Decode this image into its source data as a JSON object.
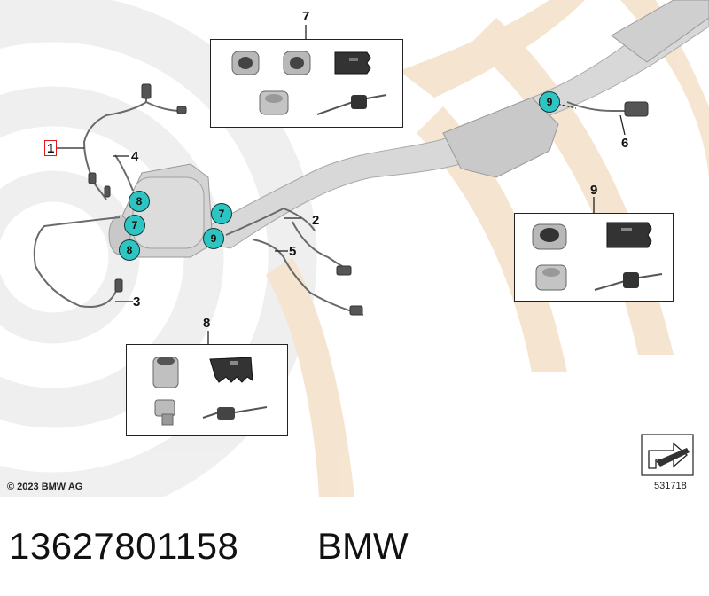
{
  "callouts": {
    "c1": "1",
    "c2": "2",
    "c3": "3",
    "c4": "4",
    "c5": "5",
    "c6": "6",
    "c7": "7",
    "c8": "8",
    "c9": "9"
  },
  "badges": {
    "b7a": "7",
    "b7b": "7",
    "b8a": "8",
    "b8b": "8",
    "b9a": "9",
    "b9b": "9"
  },
  "footer": {
    "copyright": "© 2023 BMW AG",
    "image_number": "531718"
  },
  "part": {
    "number": "13627801158",
    "brand": "BMW"
  },
  "colors": {
    "badge_fill": "#2ec4c1",
    "highlight": "#e01818",
    "watermark_beige": "#f4e2cc"
  }
}
